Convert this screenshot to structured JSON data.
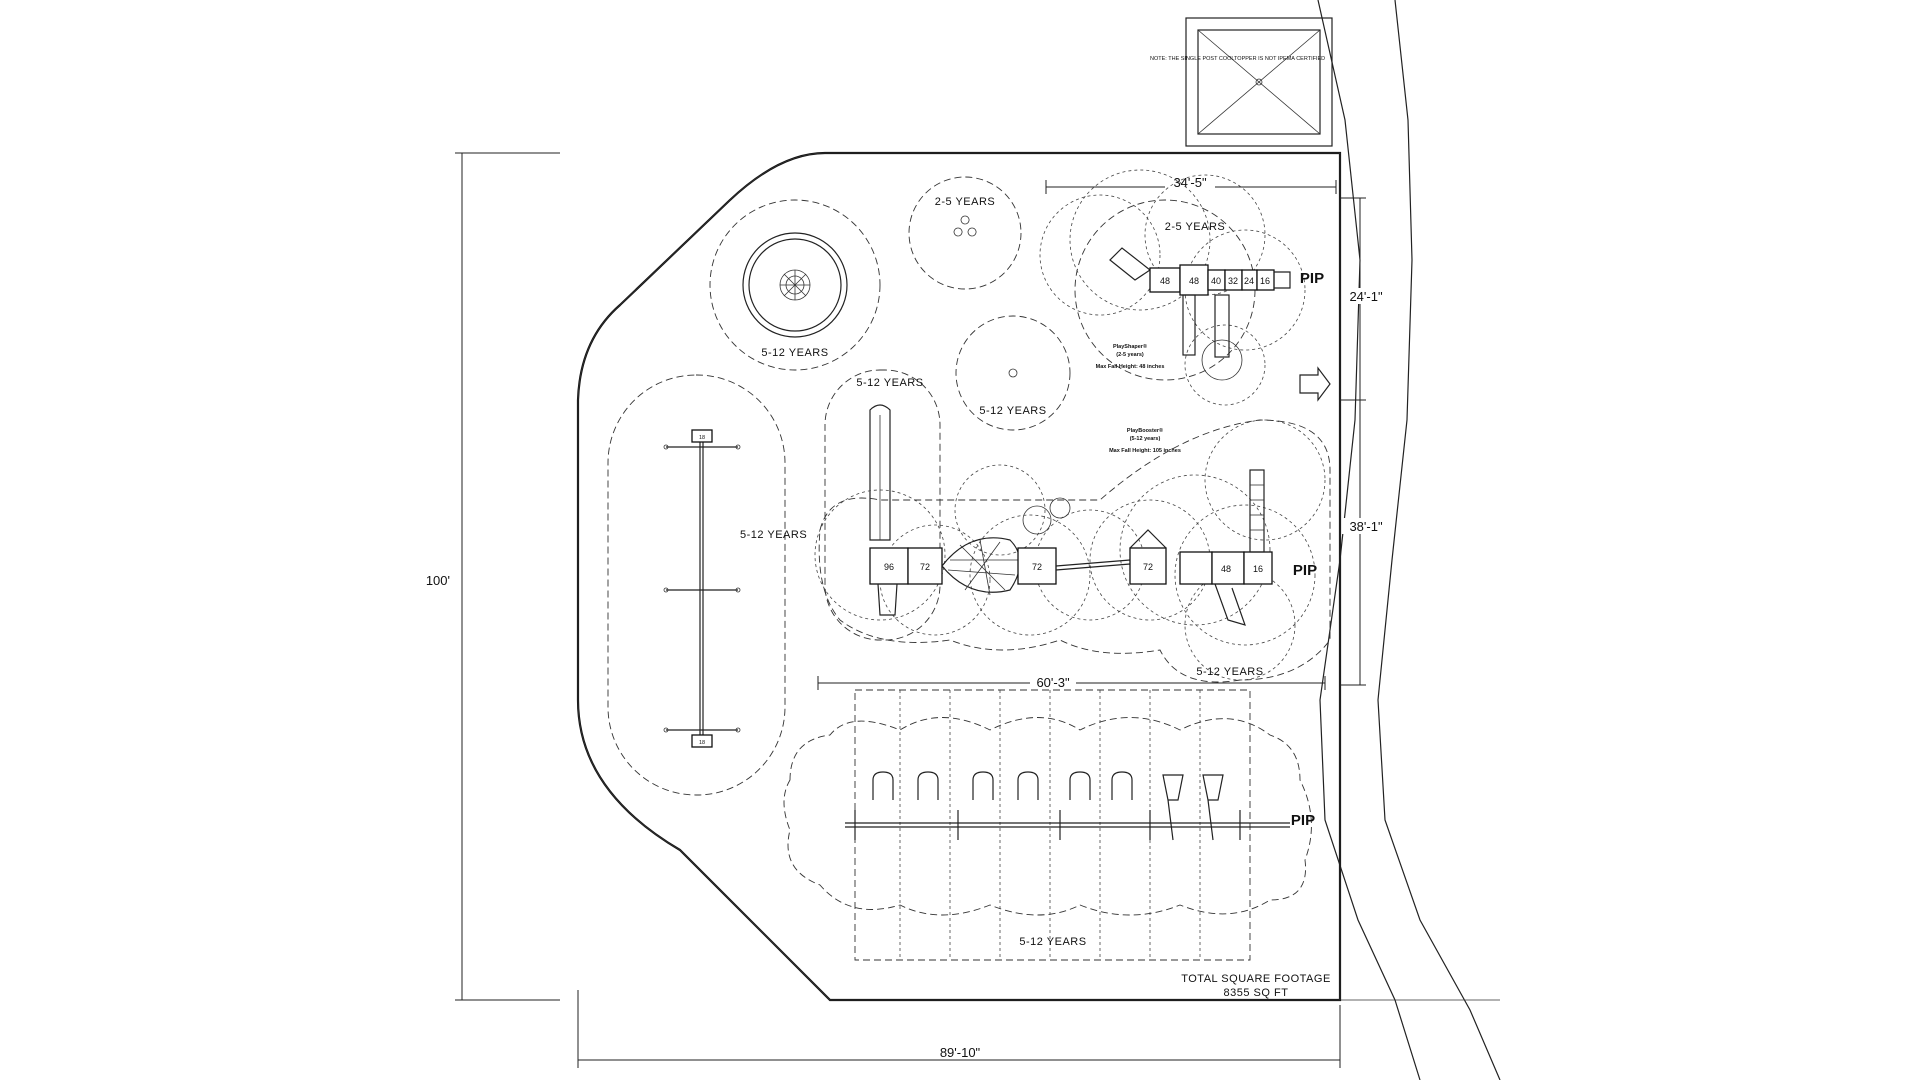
{
  "dimensions": {
    "overall_height": "100'",
    "overall_width": "89'-10\"",
    "top_width": "34'-5\"",
    "right_upper": "24'-1\"",
    "right_lower": "38'-1\"",
    "swing_width": "60'-3\""
  },
  "age_labels": {
    "spinner_bowl": "5-12 YEARS",
    "toddler_spinner": "2-5 YEARS",
    "stand_spinner": "5-12 YEARS",
    "slide_zone": "5-12 YEARS",
    "zipline": "5-12 YEARS",
    "playshaper_zone": "2-5 YEARS",
    "playbooster_zone": "5-12 YEARS",
    "swings": "5-12 YEARS"
  },
  "structures": {
    "playshaper_name": "PlayShaper®",
    "playshaper_age": "(2-5 years)",
    "playshaper_fall": "Max Fall Height: 48 inches",
    "playbooster_name": "PlayBooster®",
    "playbooster_age": "(5-12 years)",
    "playbooster_fall": "Max Fall Height: 105 inches"
  },
  "decks": {
    "ps_48a": "48",
    "ps_48b": "48",
    "ps_40": "40",
    "ps_32": "32",
    "ps_24": "24",
    "ps_16": "16",
    "pb_96": "96",
    "pb_72a": "72",
    "pb_72b": "72",
    "pb_72c": "72",
    "pb_48": "48",
    "pb_16": "16"
  },
  "pip_labels": [
    "PIP",
    "PIP",
    "PIP"
  ],
  "zipline_ends": [
    "18",
    "18"
  ],
  "footage": {
    "title": "TOTAL SQUARE FOOTAGE",
    "value": "8355 SQ FT"
  },
  "notes": {
    "shade_note": "NOTE: THE SINGLE POST COOLTOPPER IS NOT IPEMA CERTIFIED"
  }
}
